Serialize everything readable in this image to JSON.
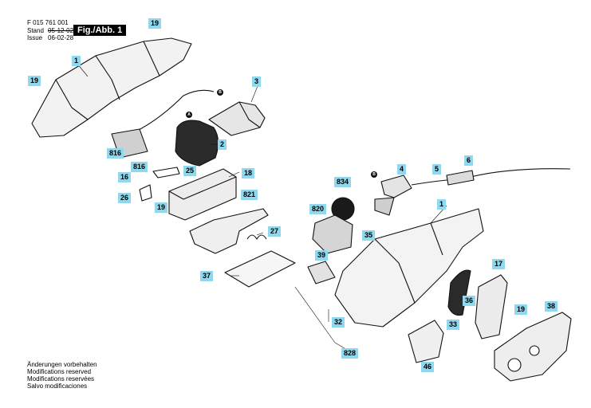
{
  "header": {
    "doc_number": "F 015 761 001",
    "stand_label": "Stand",
    "stand_date": "05-12-02",
    "issue_label": "Issue",
    "issue_date": "06-02-28",
    "figure_label": "Fig./Abb. 1"
  },
  "callouts": [
    "1",
    "19",
    "19",
    "3",
    "2",
    "816",
    "816",
    "16",
    "25",
    "18",
    "26",
    "19",
    "821",
    "27",
    "834",
    "B",
    "4",
    "5",
    "6",
    "1",
    "820",
    "35",
    "39",
    "37",
    "17",
    "36",
    "19",
    "38",
    "32",
    "33",
    "828",
    "46"
  ],
  "markers": [
    "A",
    "B",
    "B"
  ],
  "notes": [
    "Änderungen vorbehalten",
    "Modifications reserved",
    "Modifications reservées",
    "Salvo modificaciones"
  ],
  "colors": {
    "callout_bg": "#8fd8ee",
    "ink": "#000000"
  }
}
